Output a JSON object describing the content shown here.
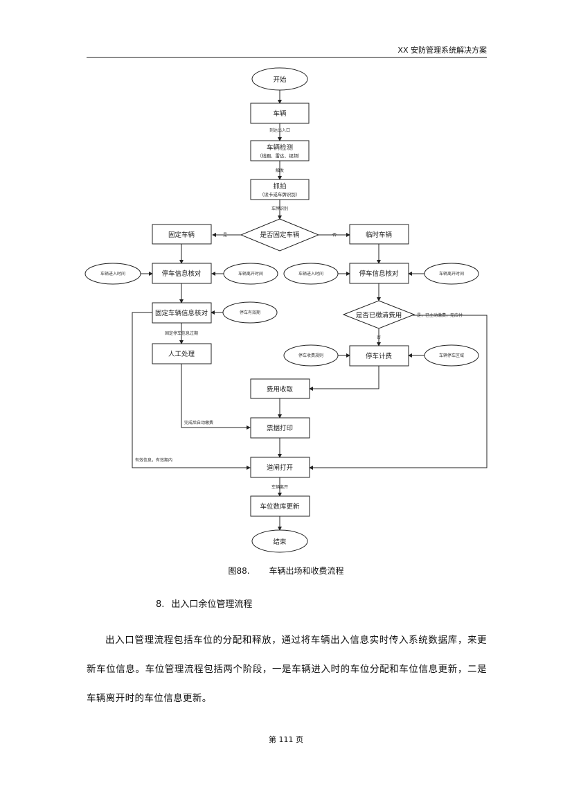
{
  "header": {
    "title": "XX 安防管理系统解决方案"
  },
  "flowchart": {
    "start": "开始",
    "vehicle": "车辆",
    "edge_arrive": "到达出入口",
    "detect": "车辆检测",
    "detect_sub": "（线圈、雷达、视频）",
    "edge_trigger": "触发",
    "capture": "抓拍",
    "capture_sub": "（读卡或车牌识别）",
    "edge_recognize": "车牌识别",
    "decision_fixed": "是否固定车辆",
    "edge_yes": "是",
    "edge_no": "否",
    "fixed_vehicle": "固定车辆",
    "temp_vehicle": "临时车辆",
    "verify_left": "停车信息核对",
    "verify_right": "停车信息核对",
    "entry_time_left": "车辆进入时间",
    "exit_time_left": "车辆离开时间",
    "entry_time_right": "车辆进入时间",
    "exit_time_right": "车辆离开时间",
    "fixed_verify": "固定车辆信息核对",
    "valid_period": "停车有效期",
    "edge_invalid": "固定停车信息过期",
    "manual": "人工处理",
    "decision_paid": "是否已缴清费用",
    "edge_paid": "是，已主动缴费，无应付",
    "edge_no2": "否",
    "rules": "停车收费规则",
    "calc": "停车计费",
    "area": "车辆停车区域",
    "collect": "费用收取",
    "edge_done": "完成后自动缴费",
    "print": "票据打印",
    "edge_valid": "有效信息，有效期内",
    "gate": "道闸打开",
    "edge_leave": "车辆离开",
    "update": "车位数库更新",
    "end": "结束"
  },
  "caption": {
    "number": "图88.",
    "title": "车辆出场和收费流程"
  },
  "section": {
    "number": "8.",
    "title": "出入口余位管理流程"
  },
  "paragraph": "出入口管理流程包括车位的分配和释放，通过将车辆出入信息实时传入系统数据库，来更新车位信息。车位管理流程包括两个阶段，一是车辆进入时的车位分配和车位信息更新，二是车辆离开时的车位信息更新。",
  "footer": {
    "page": "第 111 页"
  }
}
